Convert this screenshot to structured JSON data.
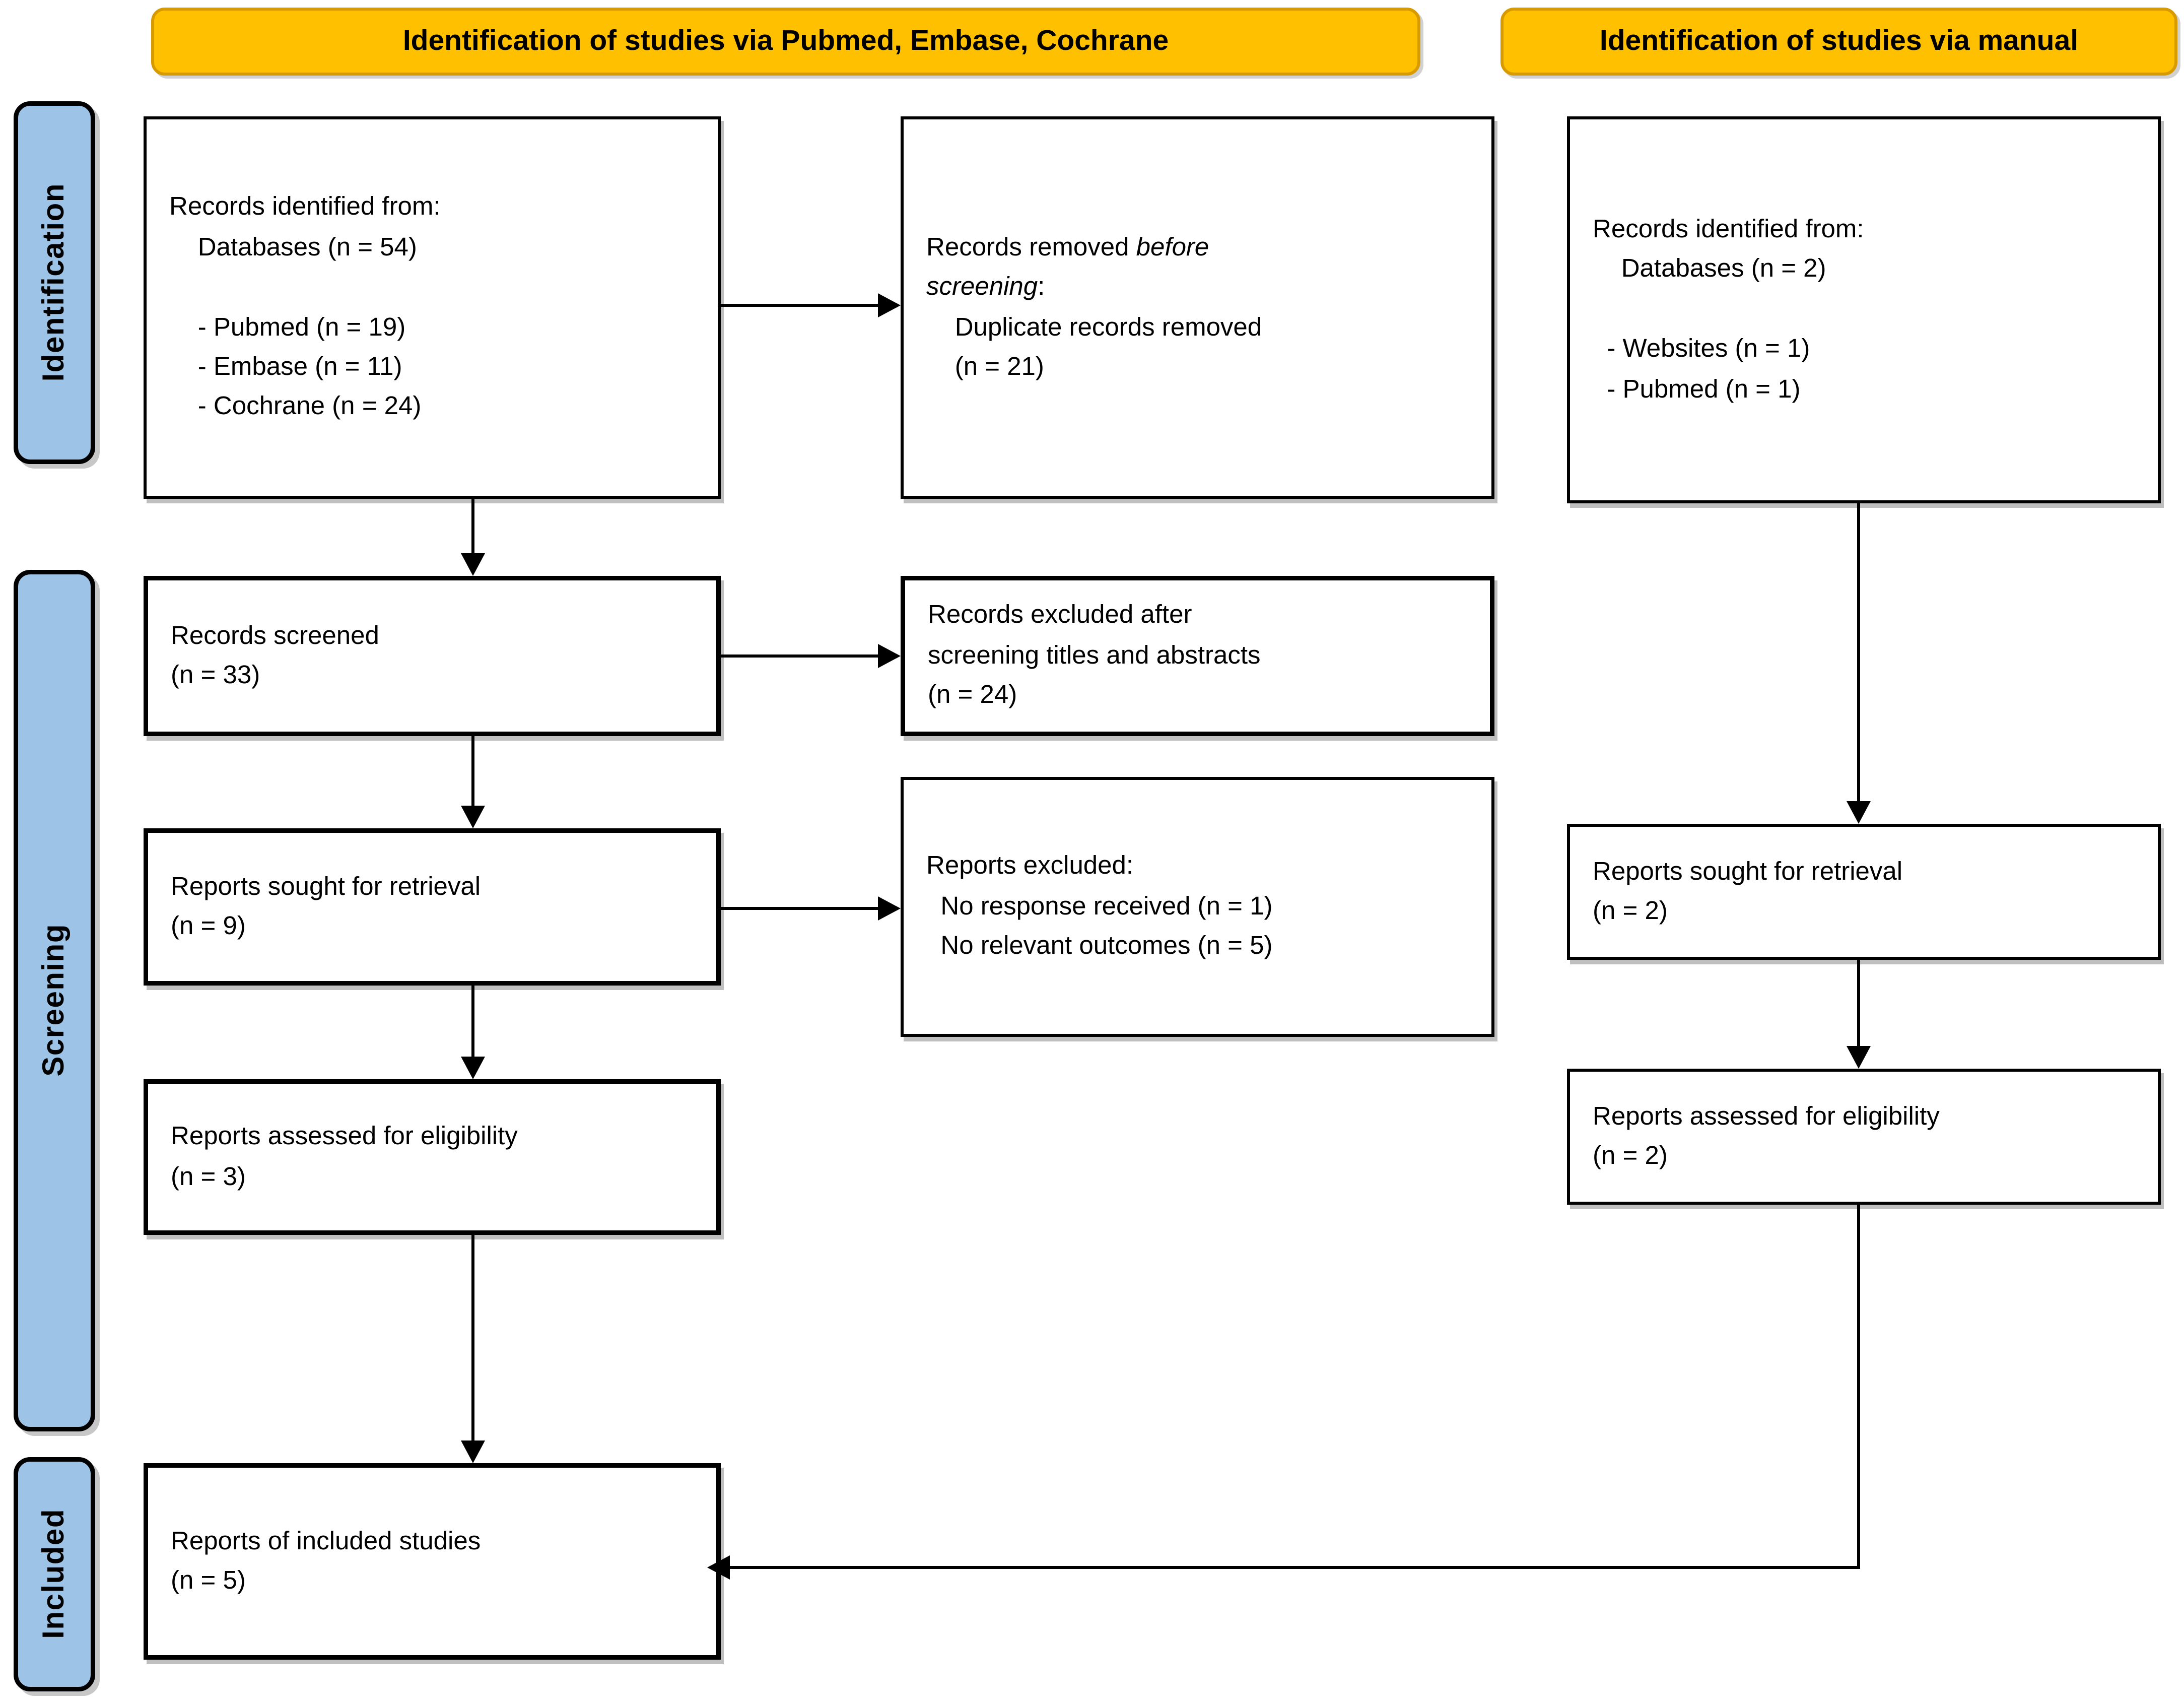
{
  "figure": {
    "banner_left": "Identification of studies via Pubmed, Embase, Cochrane",
    "banner_right": "Identification of studies via manual",
    "stages": {
      "identification": "Identification",
      "screening": "Screening",
      "included": "Included"
    },
    "colors": {
      "banner_fill": "#FFC000",
      "banner_border": "#D79B00",
      "stage_fill": "#9DC3E6",
      "line": "#000000"
    },
    "boxes": {
      "db_identified": "Records identified from:\n    Databases (n = 54)\n\n    - Pubmed (n = 19)\n    - Embase (n = 11)\n    - Cochrane (n = 24)",
      "records_removed_prefix": "Records removed ",
      "records_removed_italic": "before\nscreening",
      "records_removed_rest": ":\n    Duplicate records removed\n    (n = 21)",
      "records_screened": "Records screened\n(n = 33)",
      "records_excluded": "Records excluded after\nscreening titles and abstracts\n(n = 24)",
      "reports_sought": "Reports sought for retrieval\n(n = 9)",
      "reports_excluded": "Reports excluded:\n  No response received (n = 1)\n  No relevant outcomes (n = 5)",
      "reports_assessed": "Reports assessed for eligibility\n(n = 3)",
      "manual_identified": "Records identified from:\n    Databases (n = 2)\n\n  - Websites (n = 1)\n  - Pubmed (n = 1)",
      "manual_sought": "Reports sought for retrieval\n(n = 2)",
      "manual_assessed": "Reports assessed for eligibility\n(n = 2)",
      "included_studies": "Reports of included studies\n(n = 5)"
    }
  }
}
